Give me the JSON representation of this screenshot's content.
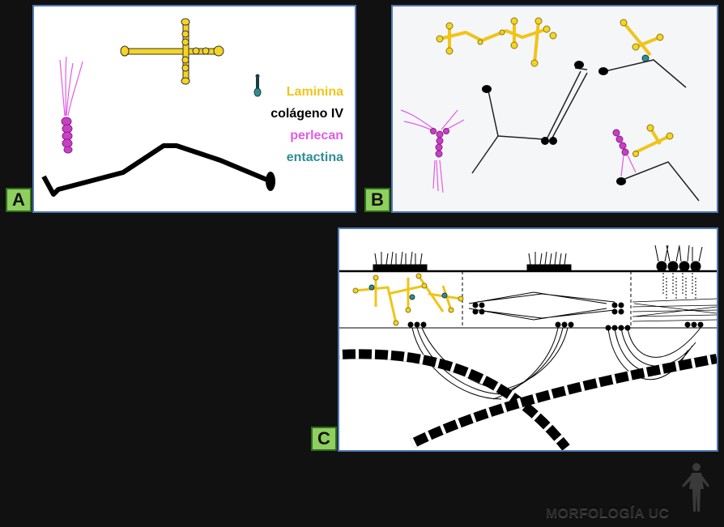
{
  "panels": {
    "a": {
      "badge": "A"
    },
    "b": {
      "badge": "B"
    },
    "c": {
      "badge": "C"
    }
  },
  "legend": [
    {
      "label": "Laminina",
      "color": "#f0c419"
    },
    {
      "label": "colágeno IV",
      "color": "#000000"
    },
    {
      "label": "perlecan",
      "color": "#e25be6"
    },
    {
      "label": "entactina",
      "color": "#2f8d95"
    }
  ],
  "watermark": "MORFOLOGÍA UC",
  "colors": {
    "background": "#111111",
    "panel_border": "#4f79b6",
    "badge_fill": "#8ecf5f",
    "laminin": "#f0c419",
    "collagen": "#000000",
    "perlecan": "#e25be6",
    "entactin": "#2f8d95"
  },
  "icons": [
    "human-figure-logo"
  ]
}
